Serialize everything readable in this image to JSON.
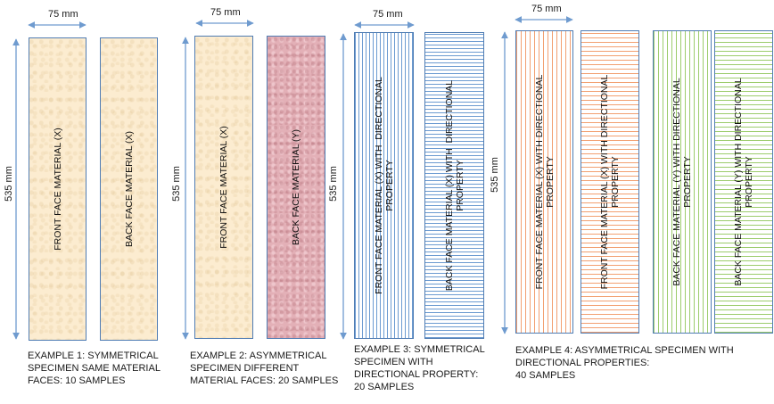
{
  "dimensions": {
    "width_label": "75 mm",
    "length_label": "535 mm"
  },
  "examples": [
    {
      "caption": "EXAMPLE 1: SYMMETRICAL\nSPECIMEN SAME MATERIAL\nFACES: 10 SAMPLES",
      "strips": [
        {
          "label": "FRONT FACE MATERIAL (X)",
          "pattern": "beige"
        },
        {
          "label": "BACK FACE MATERIAL (X)",
          "pattern": "beige"
        }
      ]
    },
    {
      "caption": "EXAMPLE 2: ASYMMETRICAL\nSPECIMEN DIFFERENT\nMATERIAL FACES: 20 SAMPLES",
      "strips": [
        {
          "label": "FRONT FACE MATERIAL (X)",
          "pattern": "beige"
        },
        {
          "label": "BACK FACE MATERIAL (Y)",
          "pattern": "pink"
        }
      ]
    },
    {
      "caption": "EXAMPLE 3: SYMMETRICAL\nSPECIMEN WITH\nDIRECTIONAL PROPERTY:\n20 SAMPLES",
      "strips": [
        {
          "label": "FRONT FACE MATERIAL (X) WITH  DIRECTIONAL\nPROPERTY",
          "pattern": "vertical-blue-lines"
        },
        {
          "label": "BACK FACE MATERIAL (X) WITH  DIRECTIONAL\nPROPERTY",
          "pattern": "horizontal-blue-lines"
        }
      ]
    },
    {
      "caption": "EXAMPLE 4: ASYMMETRICAL SPECIMEN WITH\nDIRECTIONAL PROPERTIES:\n40 SAMPLES",
      "strips": [
        {
          "label": "FRONT FACE MATERIAL (X) WITH DIRECTIONAL\nPROPERTY",
          "pattern": "vertical-orange-lines"
        },
        {
          "label": "FRONT FACE MATERIAL (X) WITH DIRECTIONAL\nPROPERTY",
          "pattern": "horizontal-orange-lines"
        },
        {
          "label": "BACK FACE MATERIAL (Y) WITH DIRECTIONAL\nPROPERTY",
          "pattern": "vertical-green-lines"
        },
        {
          "label": "BACK FACE MATERIAL (Y) WITH DIRECTIONAL\nPROPERTY",
          "pattern": "horizontal-green-lines"
        }
      ]
    }
  ],
  "colors": {
    "outline": "#4f7cb3",
    "arrow": "#6f9bcf",
    "beige": "#fcecd0",
    "pink": "#e3b0b7",
    "blue_lines": "#6c9bd1",
    "orange_lines": "#f2a071",
    "green_lines": "#9ccc6c"
  }
}
